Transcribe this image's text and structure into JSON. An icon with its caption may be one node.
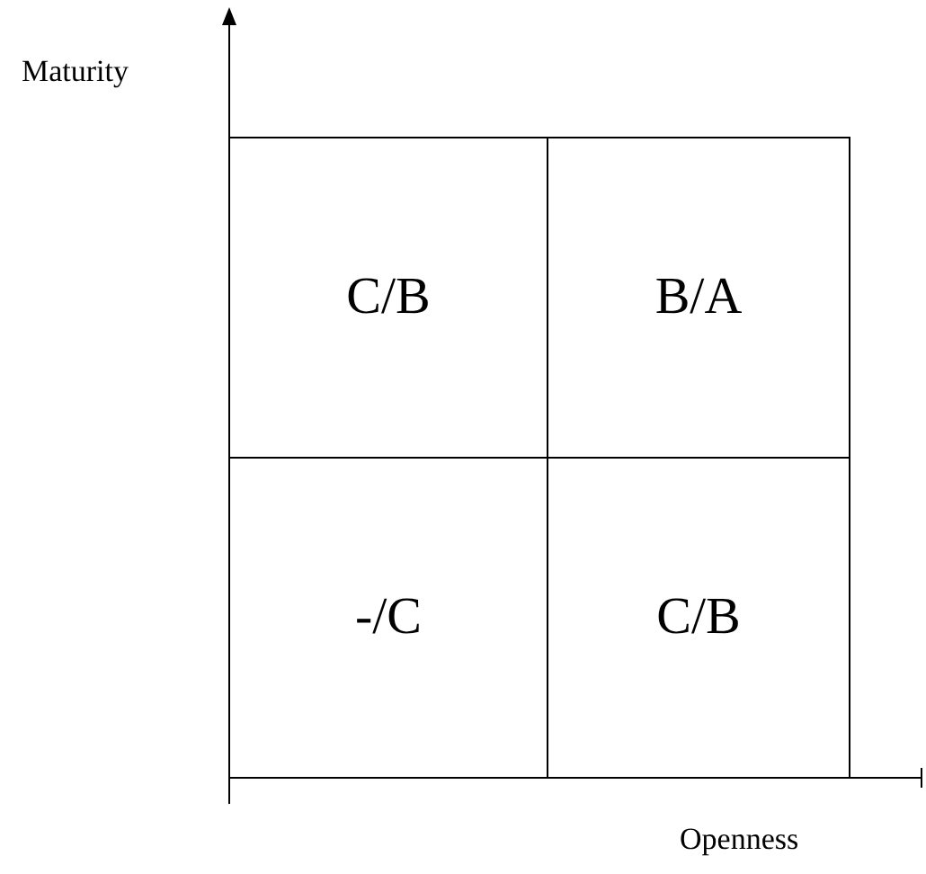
{
  "diagram": {
    "nodes": [
      {
        "text": [
          "C/B"
        ]
      },
      {
        "text": [
          "B/A"
        ]
      },
      {
        "text": [
          "-/C"
        ]
      },
      {
        "text": [
          "C/B"
        ]
      }
    ],
    "labels": [
      "Maturity",
      "Openness"
    ]
  }
}
